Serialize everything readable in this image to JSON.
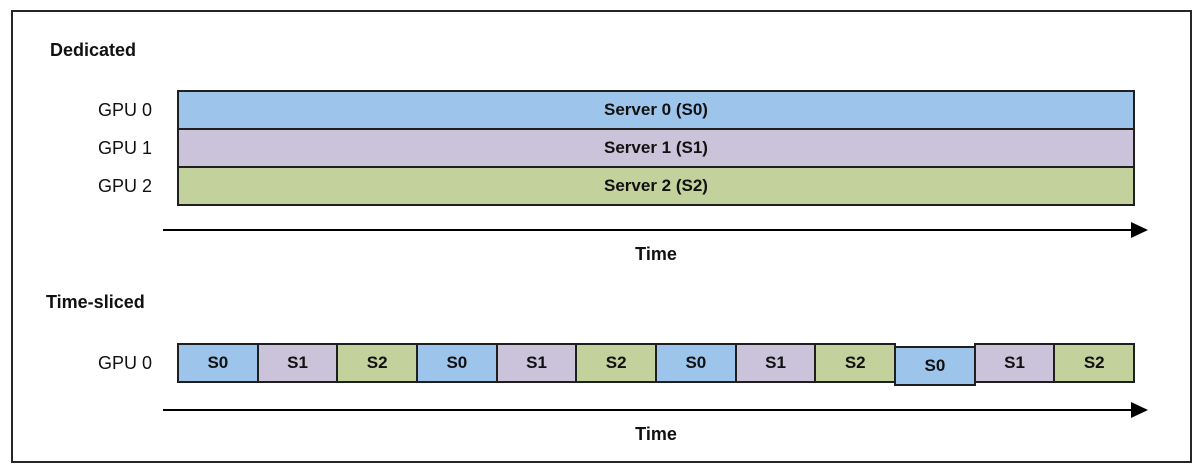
{
  "colors": {
    "s0": "#9DC5EC",
    "s1": "#CAC3D9",
    "s2": "#C3D19C",
    "box_border": "#1F1F1F",
    "frame_border": "#262626",
    "arrow": "#000000",
    "text": "#111111"
  },
  "dedicated": {
    "title": "Dedicated",
    "rows": [
      {
        "gpu": "GPU 0",
        "label": "Server 0 (S0)",
        "server": "s0"
      },
      {
        "gpu": "GPU 1",
        "label": "Server 1 (S1)",
        "server": "s1"
      },
      {
        "gpu": "GPU 2",
        "label": "Server 2 (S2)",
        "server": "s2"
      }
    ],
    "axis_label": "Time"
  },
  "timesliced": {
    "title": "Time-sliced",
    "gpu": "GPU 0",
    "segments": [
      {
        "label": "S0",
        "server": "s0"
      },
      {
        "label": "S1",
        "server": "s1"
      },
      {
        "label": "S2",
        "server": "s2"
      },
      {
        "label": "S0",
        "server": "s0"
      },
      {
        "label": "S1",
        "server": "s1"
      },
      {
        "label": "S2",
        "server": "s2"
      },
      {
        "label": "S0",
        "server": "s0"
      },
      {
        "label": "S1",
        "server": "s1"
      },
      {
        "label": "S2",
        "server": "s2"
      },
      {
        "label": "S0",
        "server": "s0"
      },
      {
        "label": "S1",
        "server": "s1"
      },
      {
        "label": "S2",
        "server": "s2"
      }
    ],
    "axis_label": "Time"
  }
}
